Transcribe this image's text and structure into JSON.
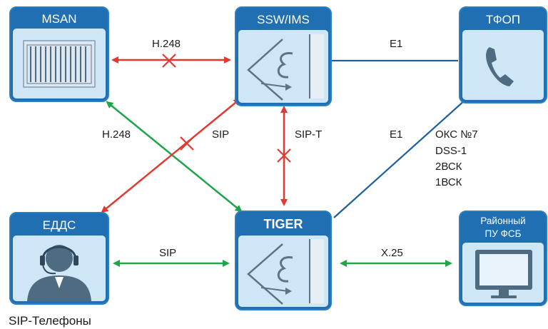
{
  "nodes": {
    "msan": {
      "title": "MSAN",
      "icon": "equipment-rack-icon"
    },
    "ssw": {
      "title": "SSW/IMS",
      "icon": "softswitch-logo-icon"
    },
    "tfop": {
      "title": "ТФОП",
      "icon": "telephone-handset-icon"
    },
    "edds": {
      "title": "ЕДДС",
      "icon": "operator-headset-icon"
    },
    "tiger": {
      "title": "TIGER",
      "icon": "softswitch-logo-icon"
    },
    "fsb": {
      "title_line1": "Районный",
      "title_line2": "ПУ ФСБ",
      "icon": "monitor-icon"
    }
  },
  "links": {
    "msan_ssw": "H.248",
    "ssw_tfop": "E1",
    "msan_tiger": "H.248",
    "edds_ssw": "SIP",
    "ssw_tiger": "SIP-T",
    "tiger_tfop": "E1",
    "tiger_tfop_protocols": [
      "ОКС №7",
      "DSS-1",
      "2ВСК",
      "1ВСК"
    ],
    "edds_tiger": "SIP",
    "tiger_fsb": "X.25"
  },
  "caption": "SIP-Телефоны",
  "colors": {
    "node_header": "#1f6fb2",
    "node_body": "#cfe6f6",
    "node_border": "#2a7fc0",
    "disabled_link": "#e23a32",
    "active_link": "#1fa64a",
    "trunk_line": "#1f5f99"
  }
}
